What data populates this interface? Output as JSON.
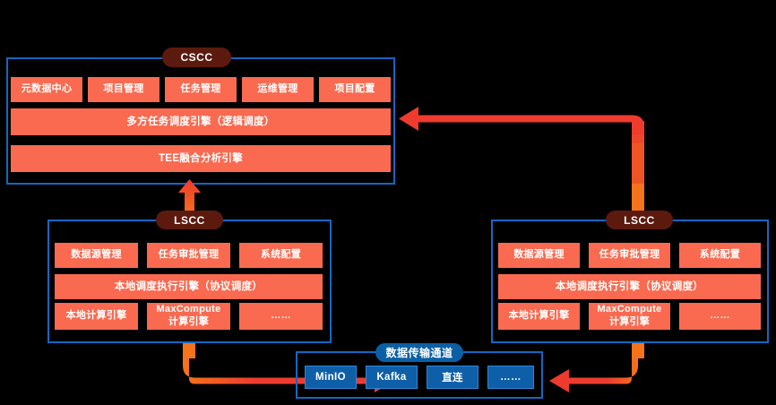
{
  "diagram": {
    "title_pills": {
      "cscc": "CSCC",
      "lscc_left": "LSCC",
      "lscc_right": "LSCC",
      "data_channel": "数据传输通道"
    },
    "colors": {
      "background": "#000000",
      "panel_border": "#1268C3",
      "cell_fill": "#F96A50",
      "pill_dark": "#5C1A0E",
      "pill_blue": "#0B5FA5",
      "blue_cell": "#0E5FA8",
      "arrow_red": "#EE3B2E",
      "arrow_orange": "#F5741B"
    }
  },
  "cscc": {
    "label": "CSCC",
    "row_modules": [
      "元数据中心",
      "项目管理",
      "任务管理",
      "运维管理",
      "项目配置"
    ],
    "engine_scheduler": "多方任务调度引擎（逻辑调度）",
    "engine_tee": "TEE融合分析引擎"
  },
  "lscc_left": {
    "label": "LSCC",
    "row_modules": [
      "数据源管理",
      "任务审批管理",
      "系统配置"
    ],
    "engine_local": "本地调度执行引擎（协议调度）",
    "compute_engines": [
      "本地计算引擎",
      "MaxCompute\n计算引擎",
      "……"
    ]
  },
  "lscc_right": {
    "label": "LSCC",
    "row_modules": [
      "数据源管理",
      "任务审批管理",
      "系统配置"
    ],
    "engine_local": "本地调度执行引擎（协议调度）",
    "compute_engines": [
      "本地计算引擎",
      "MaxCompute\n计算引擎",
      "……"
    ]
  },
  "data_channel": {
    "label": "数据传输通道",
    "items": [
      "MinIO",
      "Kafka",
      "直连",
      "……"
    ]
  },
  "connectors": [
    {
      "name": "lscc-left-to-cscc",
      "from": "lscc_left",
      "to": "cscc",
      "direction": "up"
    },
    {
      "name": "lscc-right-to-cscc",
      "from": "lscc_right",
      "to": "cscc",
      "direction": "up-left-elbow"
    },
    {
      "name": "lscc-left-to-channel",
      "from": "lscc_left",
      "to": "data_channel",
      "direction": "down-right-elbow"
    },
    {
      "name": "lscc-right-to-channel",
      "from": "lscc_right",
      "to": "data_channel",
      "direction": "down-left-elbow"
    }
  ]
}
